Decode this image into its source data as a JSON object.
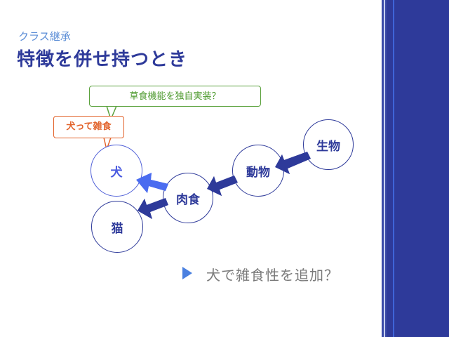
{
  "slide": {
    "subtitle": "クラス継承",
    "title": "特徴を併せ持つとき"
  },
  "callouts": {
    "green": "草食機能を独自実装？",
    "orange": "犬って雑食"
  },
  "nodes": {
    "dog": "犬",
    "cat": "猫",
    "carnivore": "肉食",
    "animal": "動物",
    "organism": "生物"
  },
  "bullet": {
    "icon": "triangle-right-icon",
    "text": "犬で雑食性を追加？"
  },
  "colors": {
    "navy": "#2e3a9a",
    "accent_blue": "#4a6cf0",
    "light_blue": "#5b8dd6",
    "green": "#5aa13c",
    "orange": "#e2622a",
    "gray": "#7a7a7a"
  }
}
